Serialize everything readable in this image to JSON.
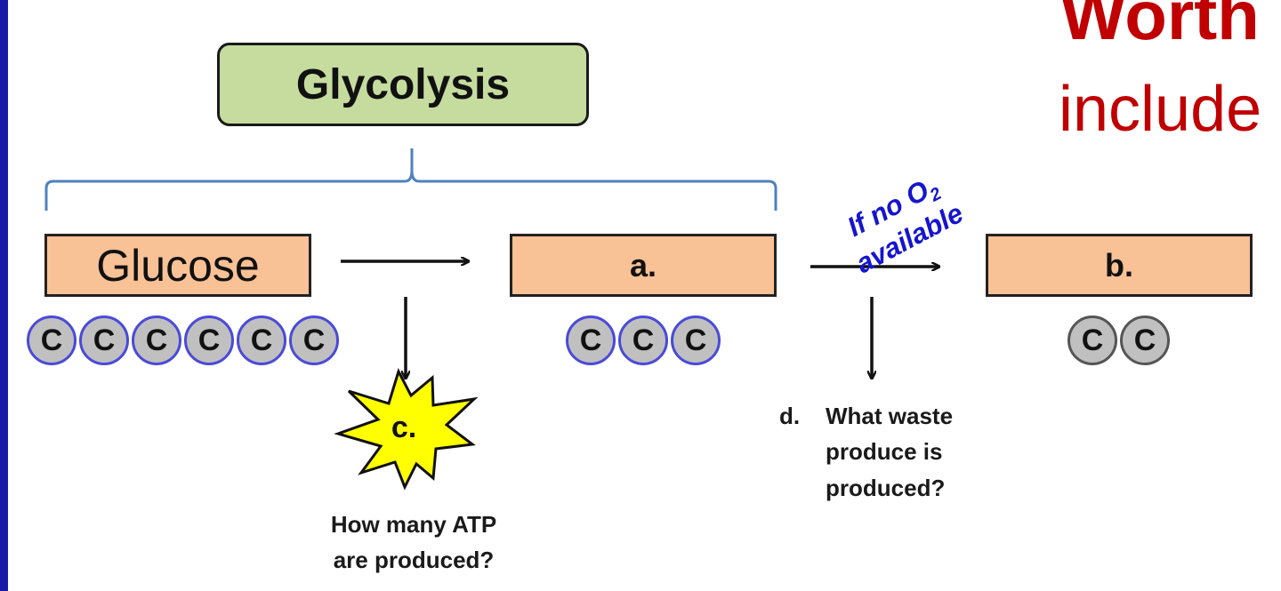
{
  "title_fragment": {
    "line1": "Worth",
    "line2": "include"
  },
  "glycolysis": {
    "label": "Glycolysis",
    "color": "#c5dc9e"
  },
  "molecules": {
    "glucose": {
      "label": "Glucose",
      "carbons": [
        "C",
        "C",
        "C",
        "C",
        "C",
        "C"
      ]
    },
    "a": {
      "label": "a.",
      "carbons": [
        "C",
        "C",
        "C"
      ]
    },
    "b": {
      "label": "b.",
      "carbons": [
        "C",
        "C"
      ]
    }
  },
  "condition": {
    "prefix": "If no O",
    "subscript": "2",
    "suffix": "available",
    "color": "#1515cf"
  },
  "atp_burst": {
    "label": "c.",
    "question_line1": "How many ATP",
    "question_line2": "are produced?",
    "color": "#ffff00"
  },
  "waste": {
    "number": "d.",
    "line1": "What waste",
    "line2": "produce is",
    "line3": "produced?"
  },
  "colors": {
    "box_fill": "#f9c196",
    "carbon_fill": "#c0c0c0",
    "title": "#c00000",
    "brace": "#4f81bd"
  }
}
